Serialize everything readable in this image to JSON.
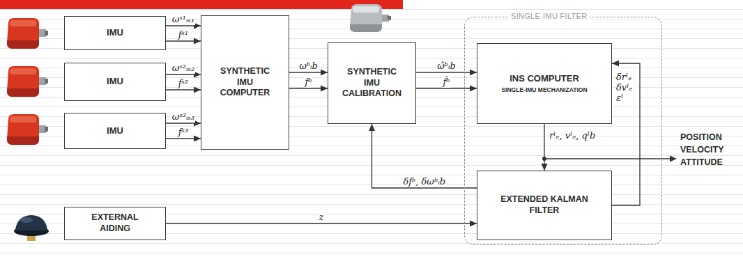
{
  "diagram": {
    "nodes": [
      {
        "text": [
          "IMU"
        ]
      },
      {
        "text": [
          "IMU"
        ]
      },
      {
        "text": [
          "IMU"
        ]
      },
      {
        "text": [
          "SYNTHETIC IMU COMPUTER"
        ]
      },
      {
        "text": [
          "SYNTHETIC IMU CALIBRATION"
        ]
      },
      {
        "text": [
          "SINGLE-IMU FILTER"
        ]
      },
      {
        "text": [
          "INS COMPUTER",
          "SINGLE-IMU MECHANIZATION"
        ],
        "in": 5
      },
      {
        "text": [
          "EXTENDED KALMAN FILTER"
        ],
        "in": 5
      },
      {
        "text": [
          "EXTERNAL AIDING"
        ]
      }
    ],
    "edges": [
      {
        "from": 0,
        "to": 3,
        "label": "ωˢ¹ᵢₛ₁",
        "arrow": "to"
      },
      {
        "from": 0,
        "to": 3,
        "label": "fˢ¹",
        "arrow": "to"
      },
      {
        "from": 1,
        "to": 3,
        "label": "ωˢ²ᵢₛ₂",
        "arrow": "to"
      },
      {
        "from": 1,
        "to": 3,
        "label": "fˢ²",
        "arrow": "to"
      },
      {
        "from": 2,
        "to": 3,
        "label": "ωˢ³ᵢₛ₃",
        "arrow": "to"
      },
      {
        "from": 2,
        "to": 3,
        "label": "fˢ³",
        "arrow": "to"
      },
      {
        "from": 3,
        "to": 4,
        "label": "ωᵇᵢb",
        "arrow": "to"
      },
      {
        "from": 3,
        "to": 4,
        "label": "fᵇ",
        "arrow": "to"
      },
      {
        "from": 4,
        "to": 6,
        "label": "ω̂ᵇᵢb",
        "arrow": "to"
      },
      {
        "from": 4,
        "to": 6,
        "label": "f̂ᵇ",
        "arrow": "to"
      },
      {
        "from": 6,
        "to": 7,
        "label": "rˡₑ, vˡₑ, qˡb",
        "arrow": "to"
      },
      {
        "from": 7,
        "to": 6,
        "label": "δrˡₑ δvˡₑ εˡ",
        "arrow": "to"
      },
      {
        "from": 7,
        "to": 4,
        "label": "δfᵇ, δωᵇᵢb",
        "arrow": "to"
      },
      {
        "from": 8,
        "to": 7,
        "label": "z",
        "arrow": "to"
      }
    ],
    "labels": [
      "POSITION VELOCITY ATTITUDE"
    ]
  }
}
